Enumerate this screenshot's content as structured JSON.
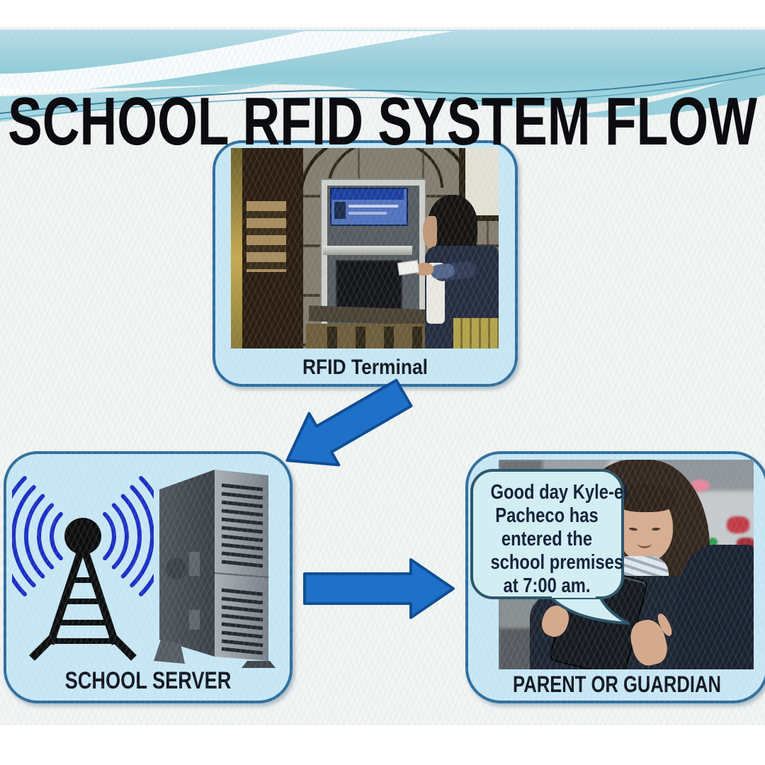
{
  "slide": {
    "title": "SCHOOL RFID SYSTEM FLOW"
  },
  "terminal": {
    "caption": "RFID Terminal"
  },
  "server": {
    "caption": "SCHOOL SERVER"
  },
  "parent": {
    "caption": "PARENT OR GUARDIAN",
    "bubble_lines": [
      "Good day Kyle-el",
      "Pacheco has",
      "entered the",
      "school premises",
      "at 7:00 am."
    ]
  },
  "icons": {
    "antenna": "radio-antenna-icon",
    "server_tower": "server-tower-icon",
    "arrows": "flow-arrow-icon",
    "bubble": "speech-bubble"
  },
  "colors": {
    "band_teal": "#8fccd8",
    "box_fill": "#c9e8f6",
    "box_border": "#2d6e9e",
    "arrow_fill": "#1f70c8",
    "arrow_stroke": "#0f4f94",
    "bubble_fill": "#d3eef3",
    "bubble_stroke": "#2f576b",
    "title_text": "#0c0c10",
    "caption_text": "#10151f",
    "antenna_wave_blue": "#1b2ec4"
  }
}
